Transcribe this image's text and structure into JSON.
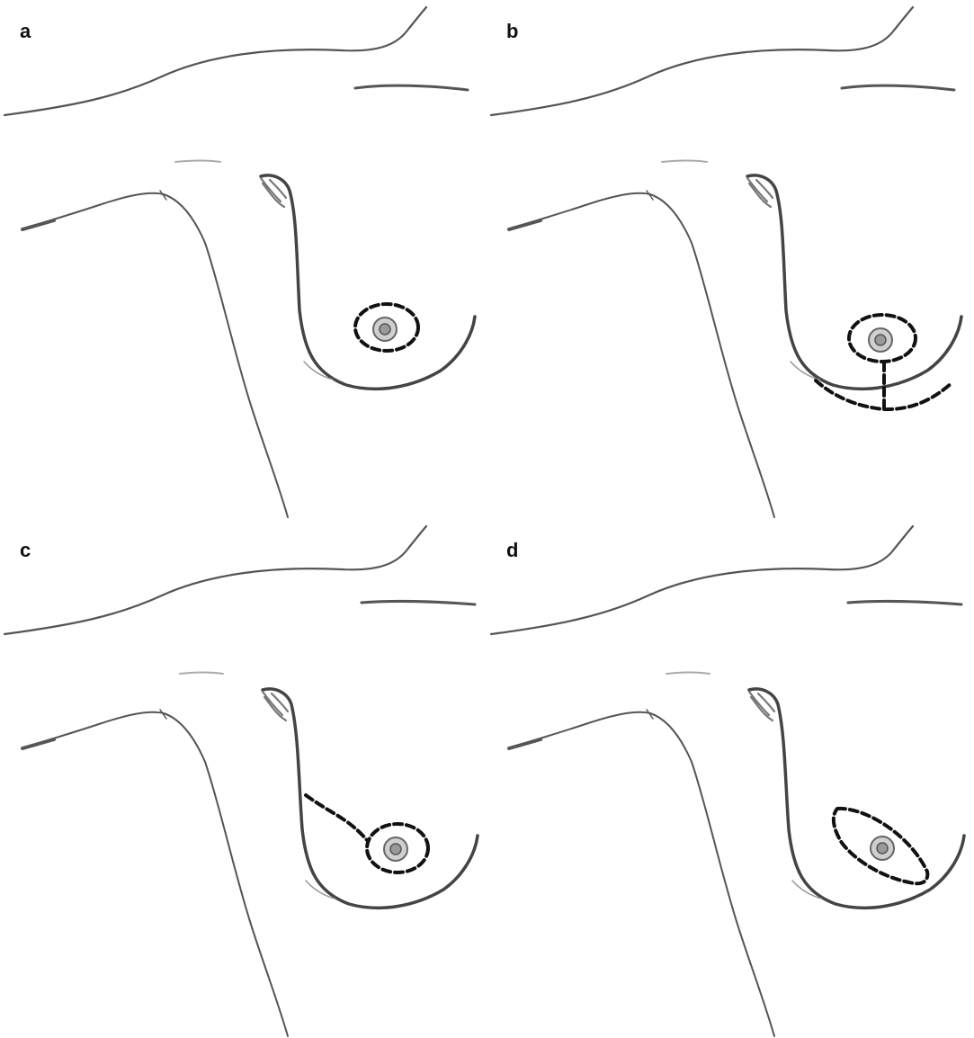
{
  "figure": {
    "panels": [
      {
        "label": "a",
        "incision": "periareolar"
      },
      {
        "label": "b",
        "incision": "periareolar-vertical-inframammary"
      },
      {
        "label": "c",
        "incision": "periareolar-lateral-extension"
      },
      {
        "label": "d",
        "incision": "elliptical-skin-sparing"
      }
    ],
    "colors": {
      "line": "#555555",
      "incision": "#111111",
      "shading": "#8a8a8a"
    }
  }
}
